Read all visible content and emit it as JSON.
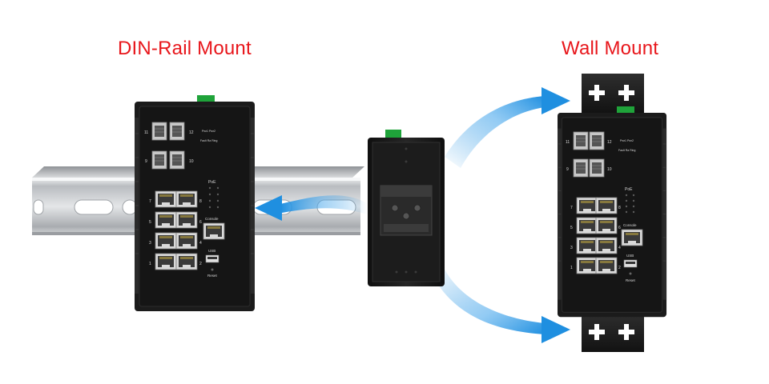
{
  "titles": {
    "din_rail": "DIN-Rail Mount",
    "wall": "Wall Mount"
  },
  "switch_labels": {
    "sfp_top_left": "11",
    "sfp_top_right": "12",
    "sfp_bottom_left": "9",
    "sfp_bottom_right": "10",
    "led_top": "Pwr1  Pwr2",
    "led_bottom": "Fault  Ra  Ring",
    "poe": "PoE",
    "console": "Console",
    "usb": "USB",
    "reset": "Reset",
    "port_row_1_left": "7",
    "port_row_1_right": "8",
    "port_row_2_left": "5",
    "port_row_2_right": "6",
    "port_row_3_left": "3",
    "port_row_3_right": "4",
    "port_row_4_left": "1",
    "port_row_4_right": "2"
  },
  "colors": {
    "title": "#e8161b",
    "arrow": "#1f8fe0",
    "housing": "#1b1b1b",
    "rail": "#c9cbce"
  },
  "icons": {
    "mount_arrow": "curved-arrow-icon",
    "wall_screw": "plus-icon"
  }
}
